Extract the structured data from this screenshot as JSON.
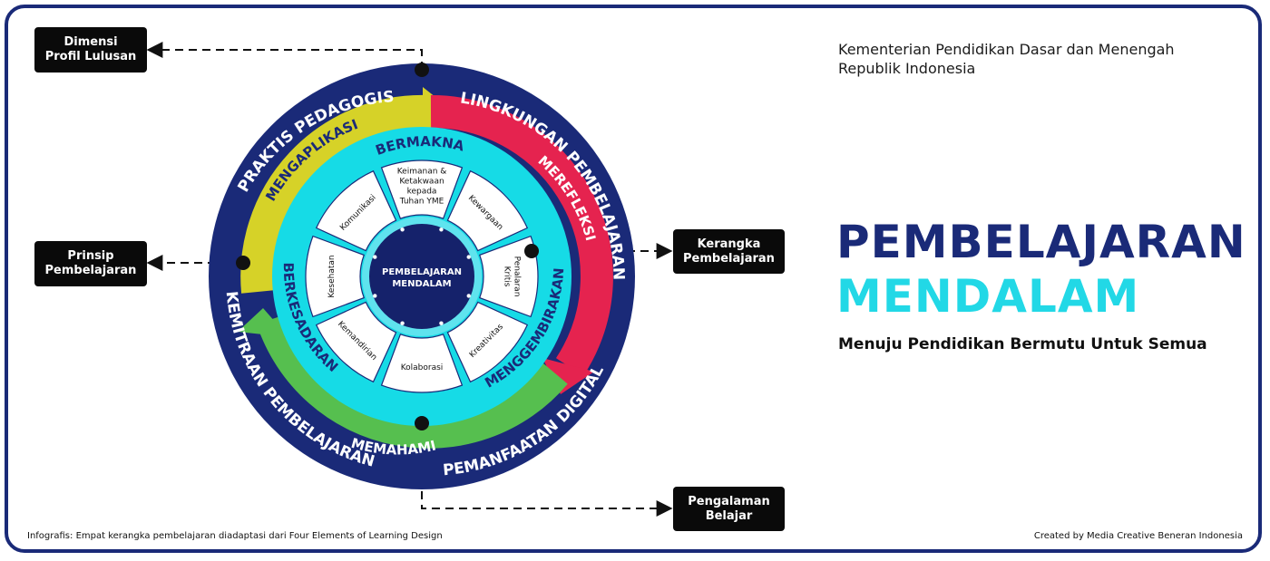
{
  "header": {
    "ministry_line1": "Kementerian Pendidikan Dasar dan Menengah",
    "ministry_line2": "Republik Indonesia"
  },
  "title": {
    "line1": "PEMBELAJARAN",
    "line2": "MENDALAM",
    "subtitle": "Menuju Pendidikan Bermutu Untuk Semua"
  },
  "callouts": {
    "dimensi": {
      "line1": "Dimensi",
      "line2": "Profil Lulusan"
    },
    "prinsip": {
      "line1": "Prinsip",
      "line2": "Pembelajaran"
    },
    "kerangka": {
      "line1": "Kerangka",
      "line2": "Pembelajaran"
    },
    "pengalaman": {
      "line1": "Pengalaman",
      "line2": "Belajar"
    }
  },
  "wheel": {
    "center_line1": "PEMBELAJARAN",
    "center_line2": "MENDALAM",
    "outer_labels": {
      "praktis": "PRAKTIS PEDAGOGIS",
      "lingkungan": "LINGKUNGAN PEMBELAJARAN",
      "kemitraan": "KEMITRAAN PEMBELAJARAN",
      "digital": "PEMANFAATAN DIGITAL"
    },
    "arrow_labels": {
      "mengaplikasi": "MENGAPLIKASI",
      "merefleksi": "MEREFLEKSI",
      "memahami": "MEMAHAMI"
    },
    "principle_labels": {
      "bermakna": "BERMAKNA",
      "berkesadaran": "BERKESADARAN",
      "menggembirakan": "MENGGEMBIRAKAN"
    },
    "segments": [
      "Keimanan & Ketakwaan kepada Tuhan YME",
      "Kewargaan",
      "Penalaran Kritis",
      "Kreativitas",
      "Kolaborasi",
      "Kemandirian",
      "Kesehatan",
      "Komunikasi"
    ],
    "colors": {
      "navy": "#1a2a78",
      "yellow": "#d6d228",
      "red": "#e5234f",
      "green": "#56bf4f",
      "cyan": "#16dbe6",
      "dark_navy": "#15226b"
    }
  },
  "footer": {
    "left": "Infografis: Empat kerangka pembelajaran diadaptasi dari Four Elements of Learning Design",
    "right": "Created by Media Creative Beneran Indonesia"
  }
}
